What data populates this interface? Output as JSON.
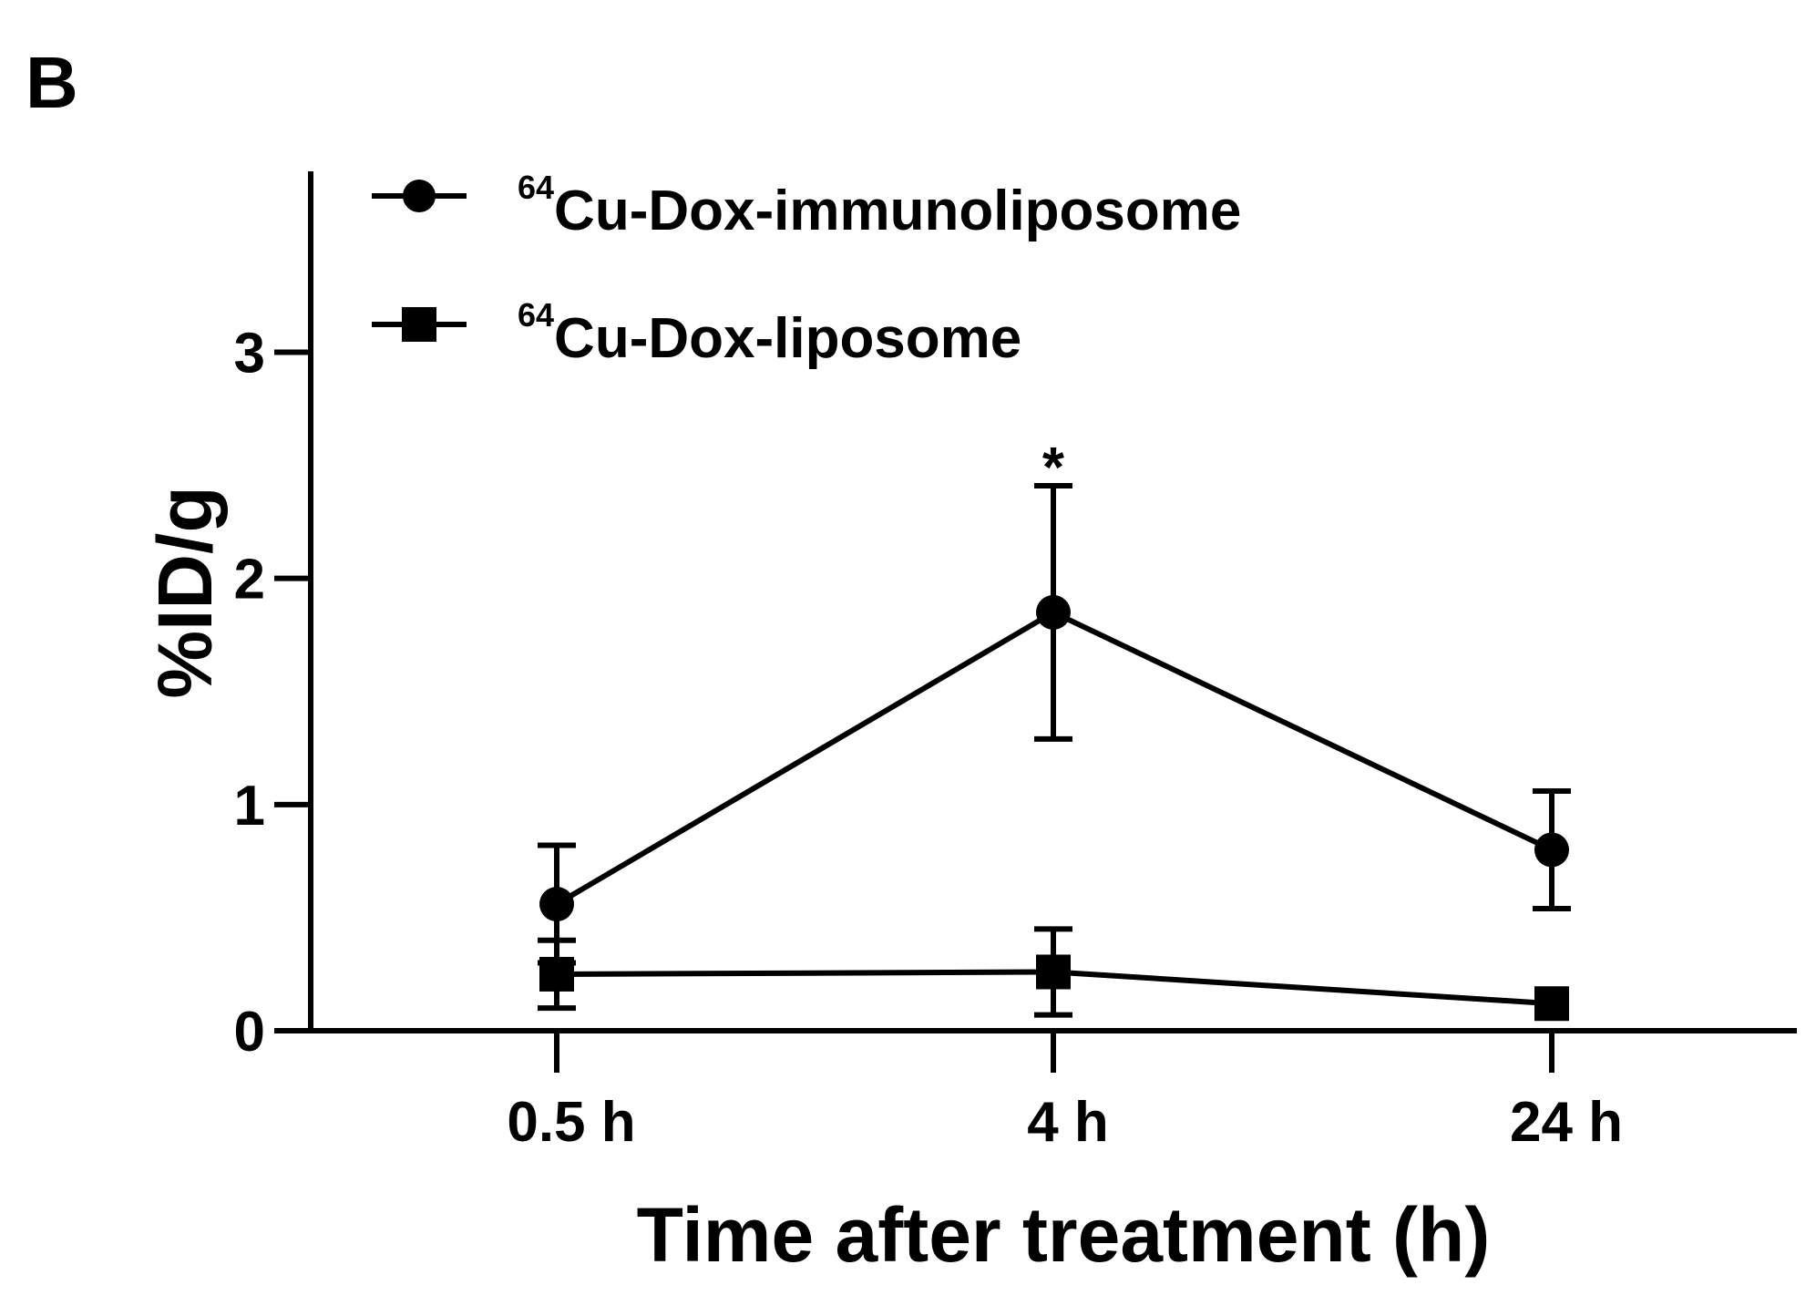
{
  "panel_label": "B",
  "chart_data": {
    "type": "line",
    "categories": [
      "0.5 h",
      "4 h",
      "24 h"
    ],
    "xlabel": "Time after treatment (h)",
    "ylabel": "%ID/g",
    "ylim": [
      0,
      3.8
    ],
    "yticks": [
      0,
      1,
      2,
      3
    ],
    "grid": false,
    "legend_position": "top-left",
    "series": [
      {
        "name_superscript": "64",
        "name": "Cu-Dox-immunoliposome",
        "marker": "circle",
        "values": [
          0.56,
          1.85,
          0.8
        ],
        "error": [
          0.26,
          0.56,
          0.26
        ]
      },
      {
        "name_superscript": "64",
        "name": "Cu-Dox-liposome",
        "marker": "square",
        "values": [
          0.25,
          0.26,
          0.12
        ],
        "error": [
          0.15,
          0.19,
          0.0
        ]
      }
    ],
    "annotations": [
      {
        "text": "*",
        "category": "4 h",
        "value": 2.6
      }
    ]
  }
}
